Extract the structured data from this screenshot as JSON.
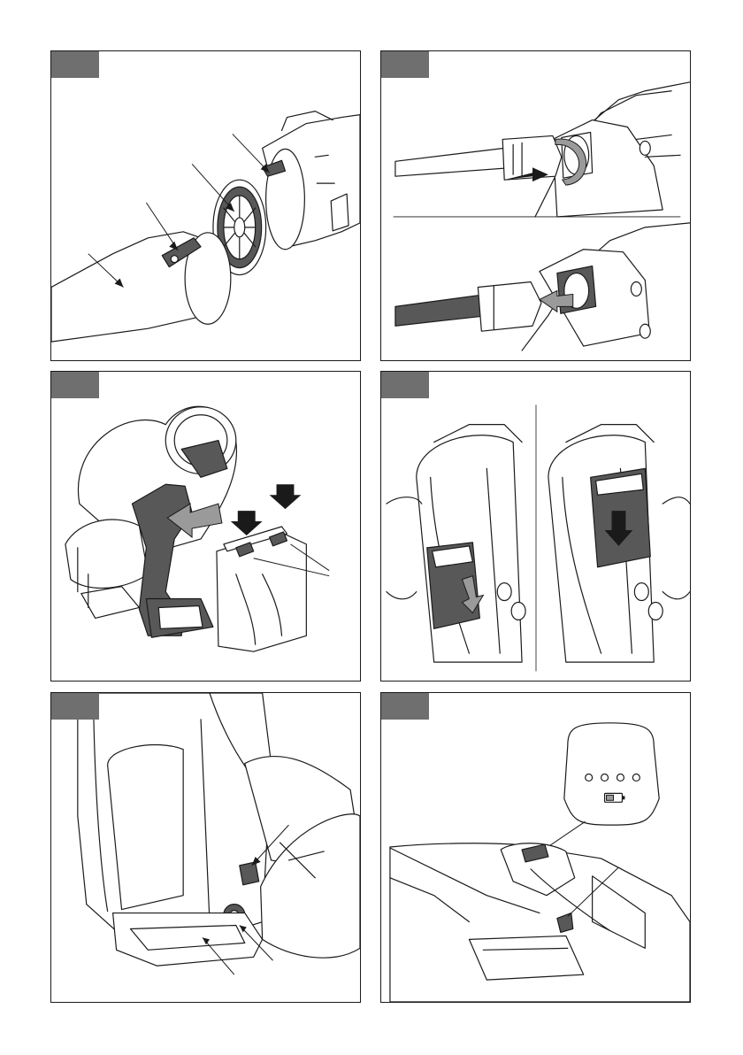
{
  "figures": [
    {
      "id": "fig-1",
      "tab_label": ""
    },
    {
      "id": "fig-2",
      "tab_label": ""
    },
    {
      "id": "fig-3",
      "tab_label": ""
    },
    {
      "id": "fig-4",
      "tab_label": ""
    },
    {
      "id": "fig-5",
      "tab_label": ""
    },
    {
      "id": "fig-6",
      "tab_label": ""
    }
  ],
  "colors": {
    "tab": "#6f6f6f",
    "line": "#1a1a1a",
    "dark_part": "#585858",
    "arrow_gray": "#9a9a9a",
    "background": "#ffffff"
  }
}
